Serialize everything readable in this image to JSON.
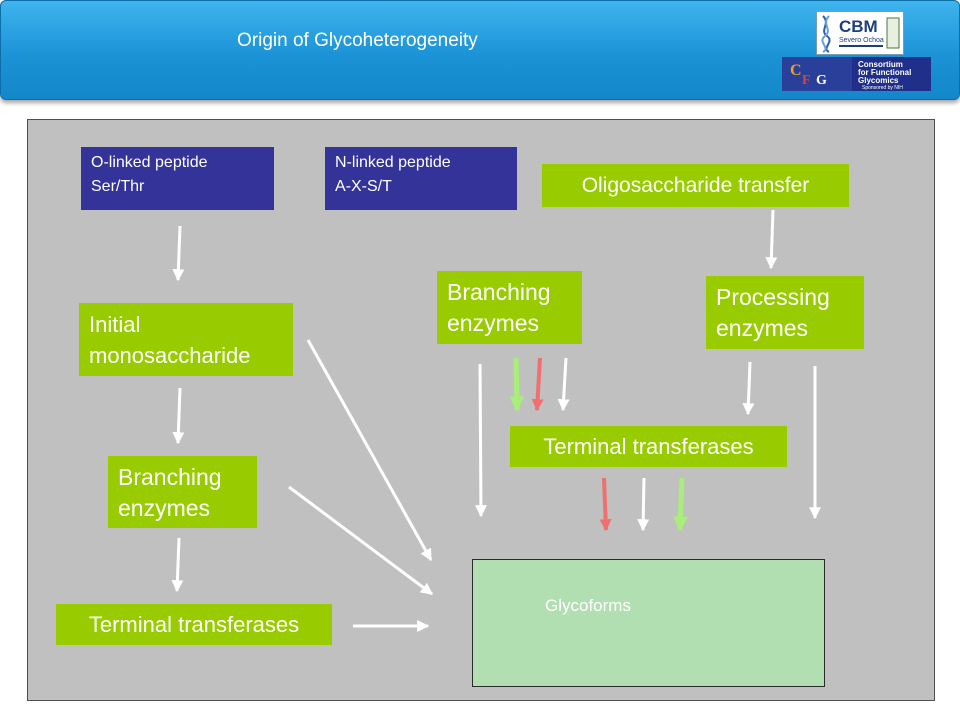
{
  "header": {
    "title": "Origin of Glycoheterogeneity",
    "logos": {
      "cbm": {
        "name": "CBM",
        "lines": [
          "Severo Ochoa"
        ]
      },
      "cfg": {
        "letters": "CFG",
        "lines": [
          "Consortium",
          "for Functional",
          "Glycomics",
          "Sponsored by NIH"
        ]
      }
    }
  },
  "diagram": {
    "o_linked": {
      "line1": "O-linked peptide",
      "line2": "Ser/Thr"
    },
    "n_linked": {
      "line1": "N-linked peptide",
      "line2": "A-X-S/T"
    },
    "oligo_transfer": "Oligosaccharide transfer",
    "initial_mono": {
      "line1": "Initial",
      "line2": "monosaccharide"
    },
    "branching_left": {
      "line1": "Branching",
      "line2": "enzymes"
    },
    "terminal_left": "Terminal transferases",
    "branching_right": {
      "line1": "Branching",
      "line2": "enzymes"
    },
    "processing": {
      "line1": "Processing",
      "line2": "enzymes"
    },
    "terminal_right": "Terminal transferases",
    "glycoforms": "Glycoforms"
  },
  "colors": {
    "header_blue": "#1b93d6",
    "panel_gray": "#c0c0c0",
    "peptide_box": "#333399",
    "enzyme_box": "#99cc00",
    "glycoform_box": "#b1dfb1",
    "arrow_white": "#ffffff",
    "arrow_green": "#a8ee78",
    "arrow_red": "#f07070"
  }
}
